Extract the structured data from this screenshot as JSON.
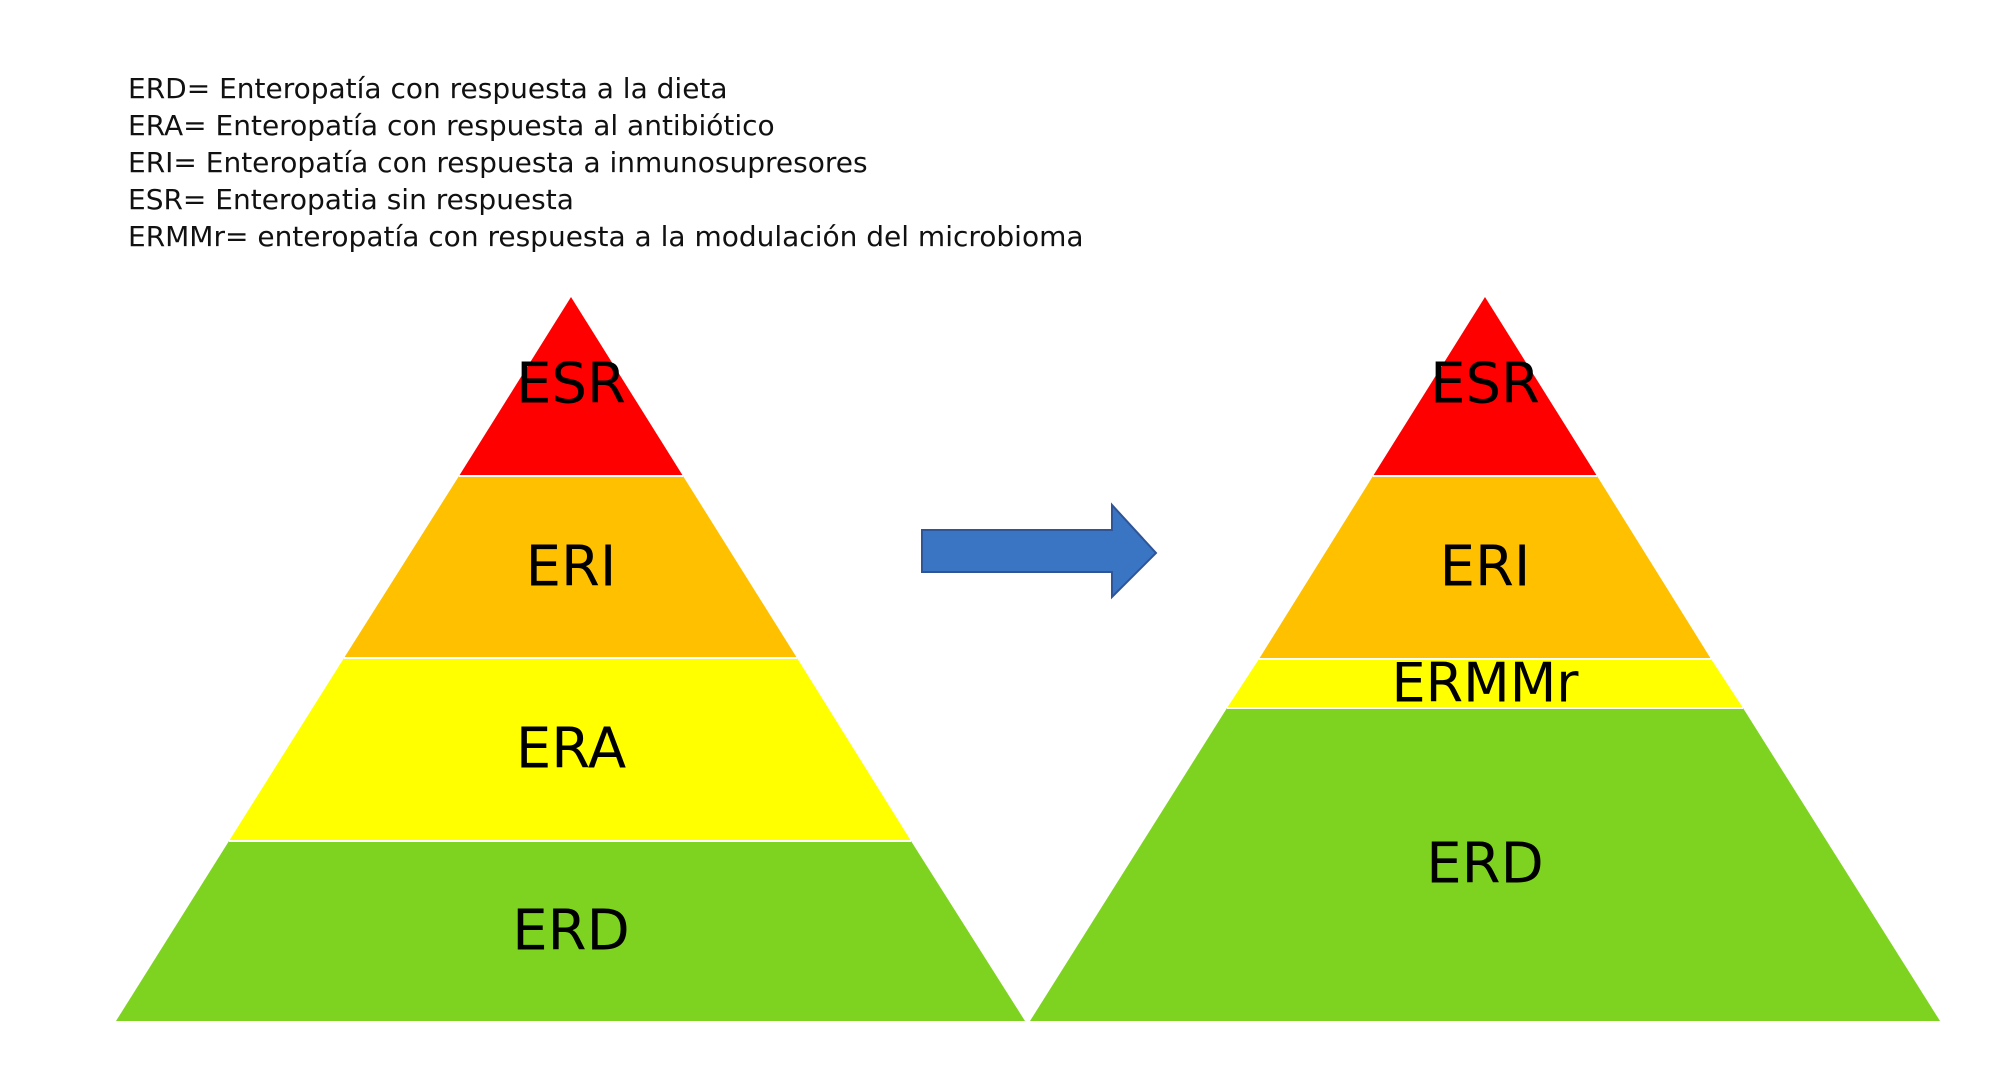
{
  "legend": [
    "ERD= Enteropatía con respuesta a la dieta",
    "ERA= Enteropatía con respuesta al antibiótico",
    "ERI= Enteropatía con respuesta a inmunosupresores",
    "ESR= Enteropatia sin respuesta",
    "ERMMr= enteropatía con respuesta a la modulación del microbioma"
  ],
  "pyramids": [
    {
      "levels": [
        {
          "label": "ESR",
          "color": "#FF0000"
        },
        {
          "label": "ERI",
          "color": "#FFC000"
        },
        {
          "label": "ERA",
          "color": "#FFFF00"
        },
        {
          "label": "ERD",
          "color": "#7ED321"
        }
      ]
    },
    {
      "levels": [
        {
          "label": "ESR",
          "color": "#FF0000"
        },
        {
          "label": "ERI",
          "color": "#FFC000"
        },
        {
          "label": "ERMMr",
          "color": "#FFFF00"
        },
        {
          "label": "ERD",
          "color": "#7ED321"
        }
      ]
    }
  ],
  "arrow": {
    "color": "#3A75C4",
    "icon": "right-arrow-icon"
  }
}
